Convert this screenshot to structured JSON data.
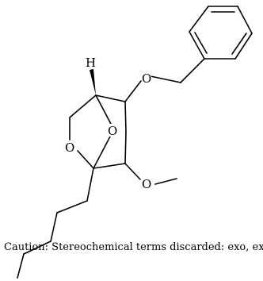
{
  "atoms": {
    "hydrogen": "H",
    "oxygen_ring": "O",
    "oxygen_bridge": "O",
    "oxygen_benzyloxy": "O",
    "oxygen_methoxy": "O"
  },
  "caption": "Caution: Stereochemical terms discarded: exo, exo"
}
